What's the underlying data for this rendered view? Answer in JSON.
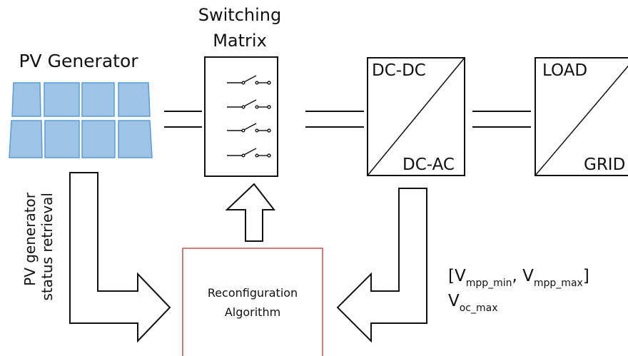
{
  "pv_generator": {
    "title": "PV Generator"
  },
  "switching_matrix": {
    "title_line1": "Switching",
    "title_line2": "Matrix"
  },
  "converter": {
    "top_label": "DC-DC",
    "bottom_label": "DC-AC"
  },
  "load_grid": {
    "top_label": "LOAD",
    "bottom_label": "GRID"
  },
  "feedback": {
    "line1": "PV generator",
    "line2": "status retrieval"
  },
  "algorithm": {
    "line1": "Reconfiguration",
    "line2": "Algorithm"
  },
  "parameters": {
    "open_bracket": "[V",
    "mpp_min_sub": "mpp_min",
    "comma": ", V",
    "mpp_max_sub": "mpp_max",
    "close_bracket": "]",
    "voc": "V",
    "voc_sub": "oc_max"
  },
  "colors": {
    "panel_fill": "#9dc3e6",
    "panel_stroke": "#5b9bd5",
    "algorithm_border": "#c0504d",
    "line": "#111111"
  }
}
